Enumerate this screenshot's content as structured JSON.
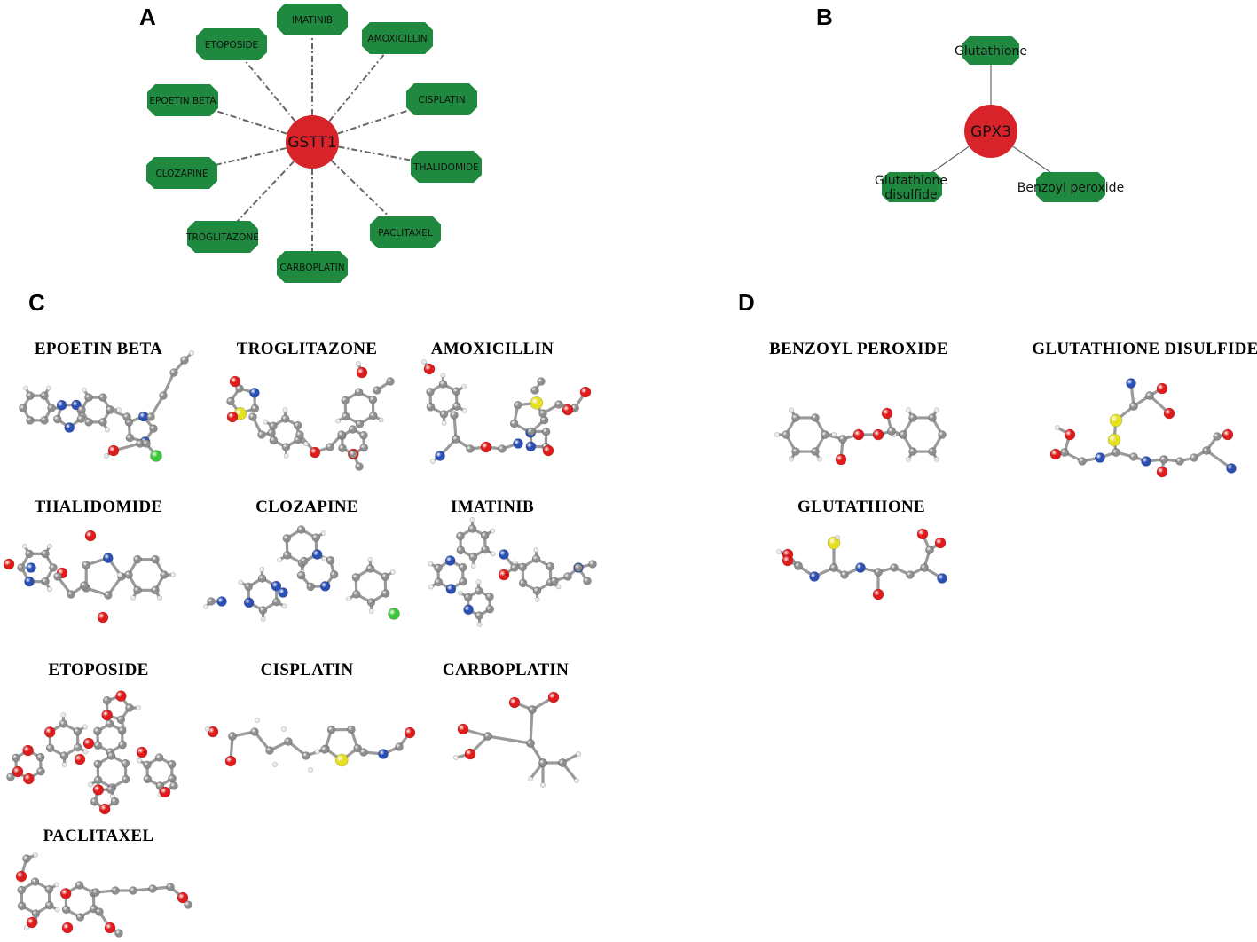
{
  "panels": {
    "a": {
      "letter": "A",
      "hub": "GSTT1",
      "drugs": [
        "IMATINIB",
        "AMOXICILLIN",
        "CISPLATIN",
        "THALIDOMIDE",
        "PACLITAXEL",
        "CARBOPLATIN",
        "TROGLITAZONE",
        "CLOZAPINE",
        "EPOETIN BETA",
        "ETOPOSIDE"
      ]
    },
    "b": {
      "letter": "B",
      "hub": "GPX3",
      "node_top": "Glutathione",
      "node_left": [
        "Glutathione",
        "disulfide"
      ],
      "node_right": "Benzoyl peroxide"
    },
    "c": {
      "letter": "C",
      "molecules": [
        "EPOETIN BETA",
        "TROGLITAZONE",
        "AMOXICILLIN",
        "THALIDOMIDE",
        "CLOZAPINE",
        "IMATINIB",
        "ETOPOSIDE",
        "CISPLATIN",
        "CARBOPLATIN",
        "PACLITAXEL"
      ]
    },
    "d": {
      "letter": "D",
      "molecules": [
        "BENZOYL PEROXIDE",
        "GLUTATHIONE DISULFIDE",
        "GLUTATHIONE"
      ]
    }
  },
  "colors": {
    "hub": "#d9232a",
    "drug_node": "#1f8a3f",
    "edge": "#666666",
    "carbon": "#8e8e8e",
    "oxygen": "#e01b1b",
    "nitrogen": "#2a4fb5",
    "sulfur": "#e6e020",
    "chlorine": "#3cc43c",
    "hydrogen": "#e8e8e8"
  }
}
